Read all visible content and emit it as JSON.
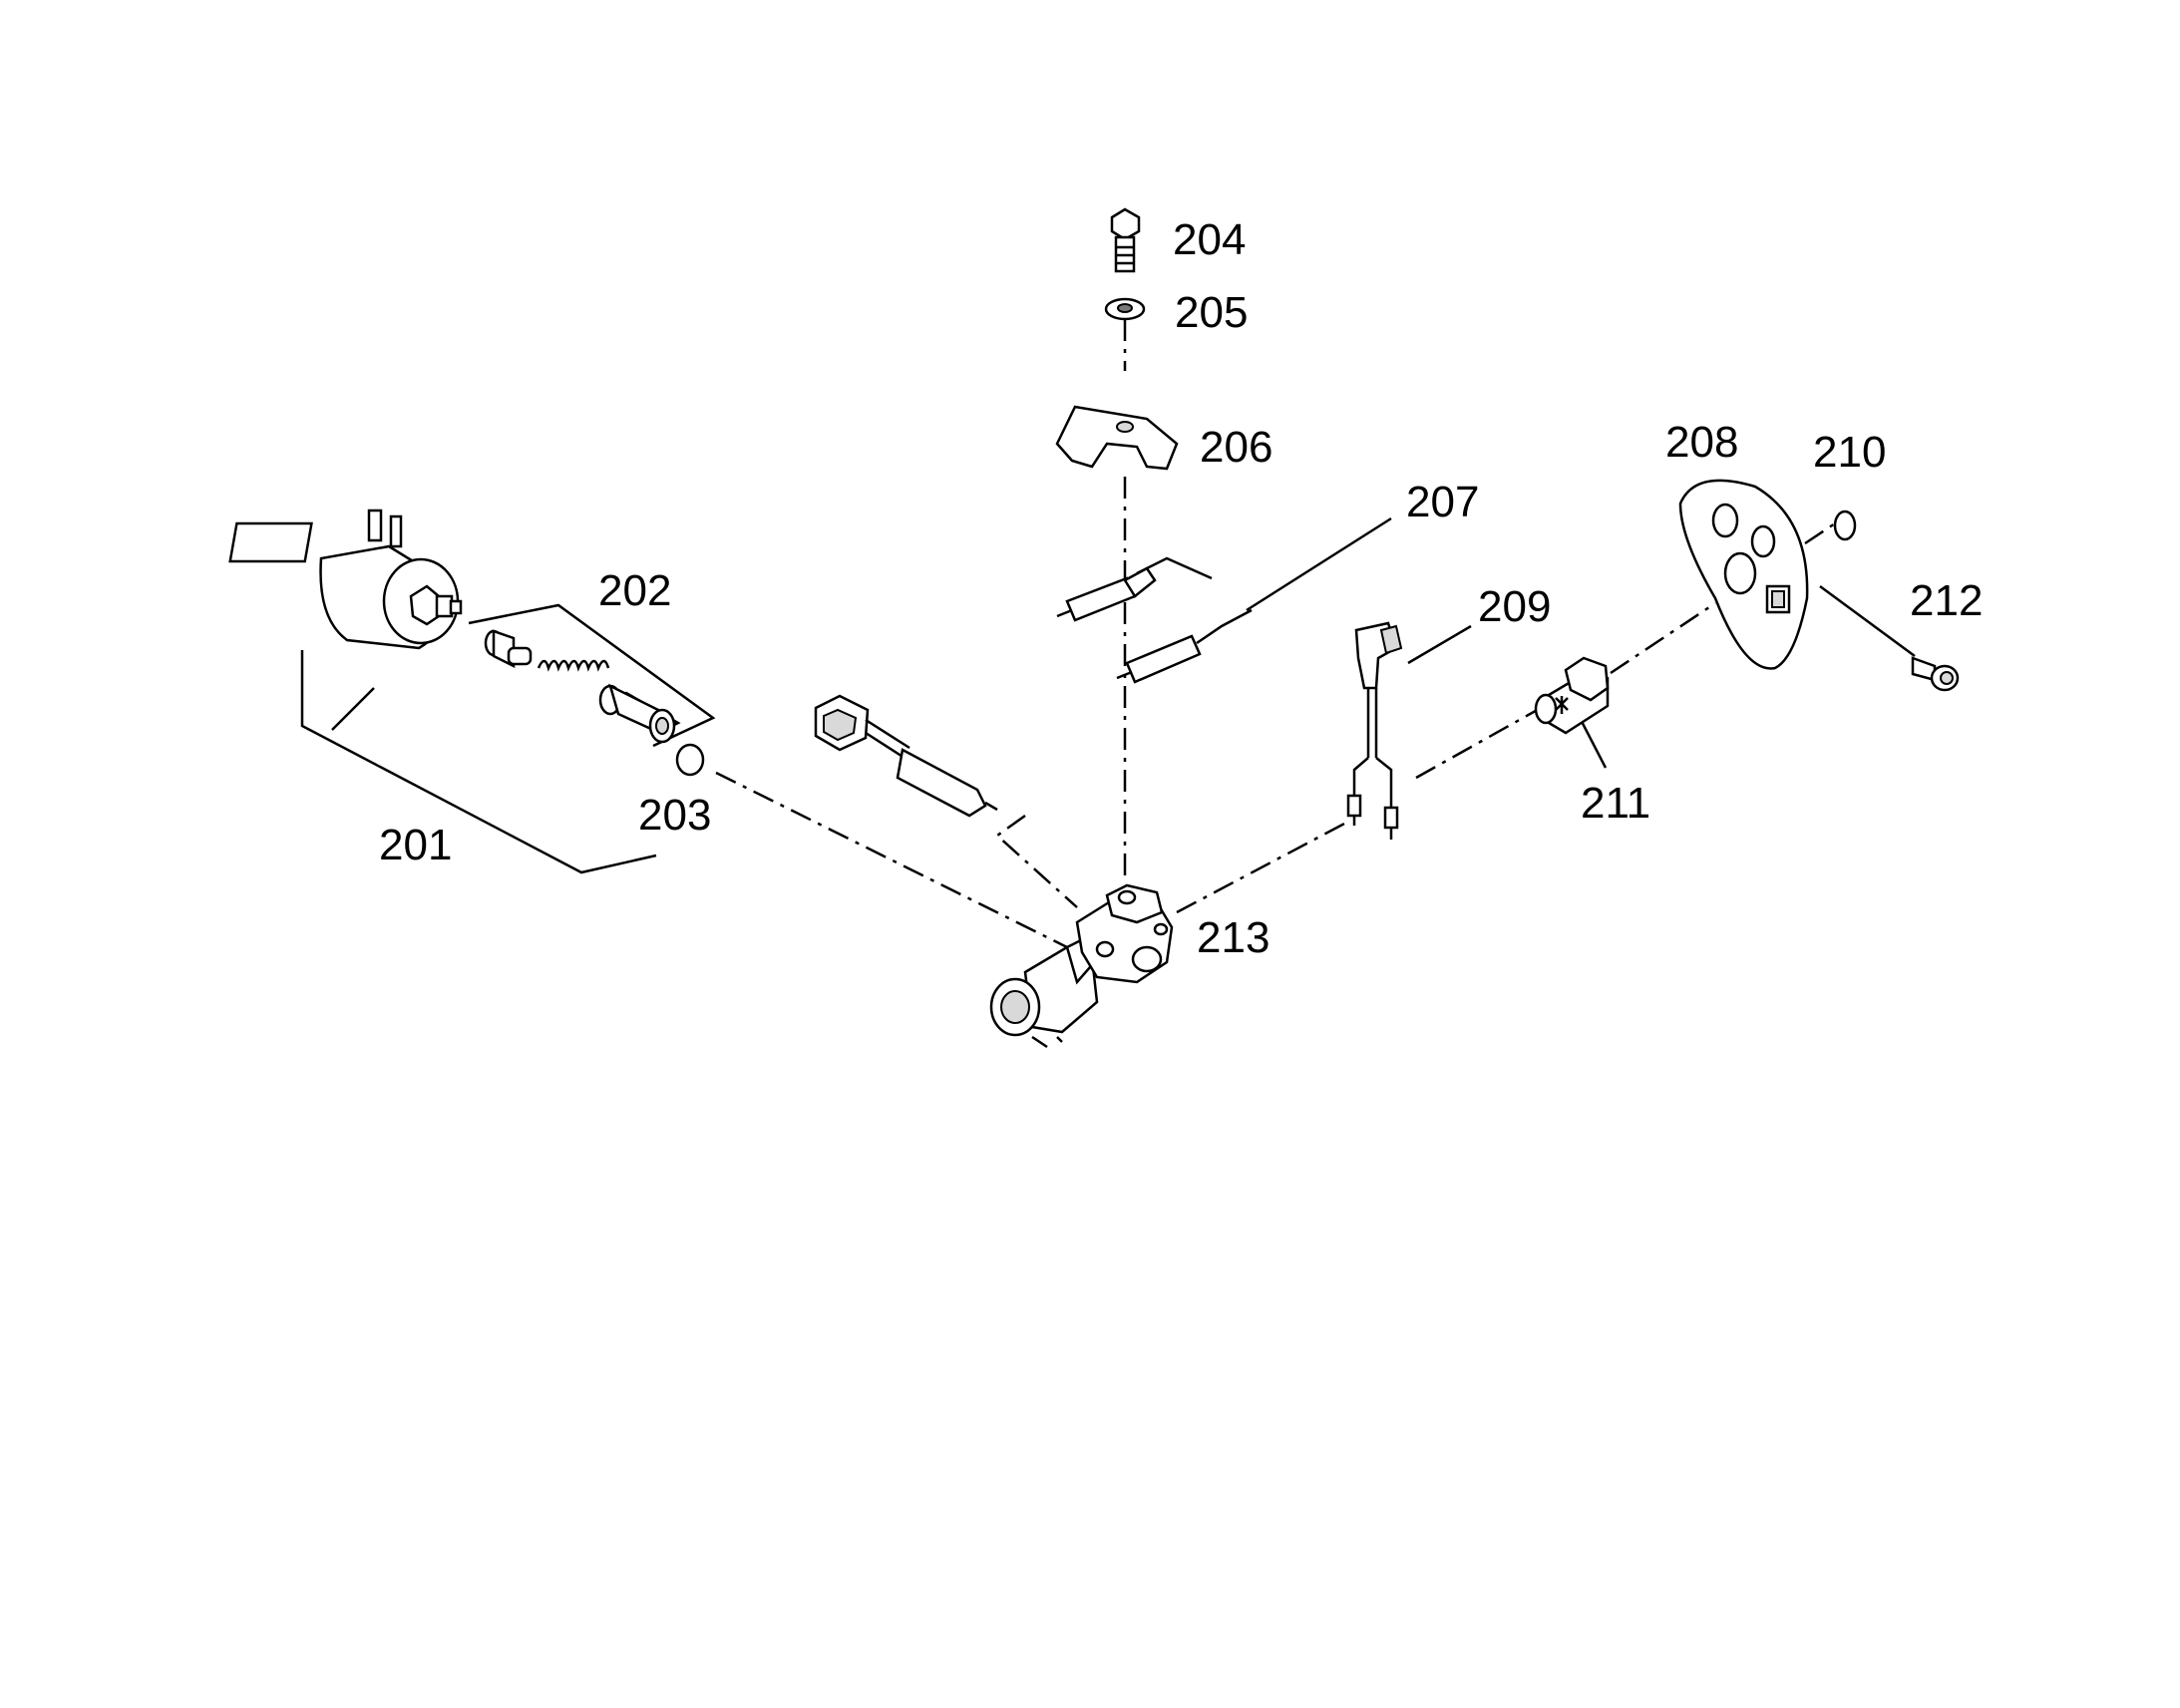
{
  "callouts": {
    "p201": "201",
    "p202": "202",
    "p203": "203",
    "p204": "204",
    "p205": "205",
    "p206": "206",
    "p207": "207",
    "p208": "208",
    "p209": "209",
    "p210": "210",
    "p211": "211",
    "p212": "212",
    "p213": "213"
  }
}
